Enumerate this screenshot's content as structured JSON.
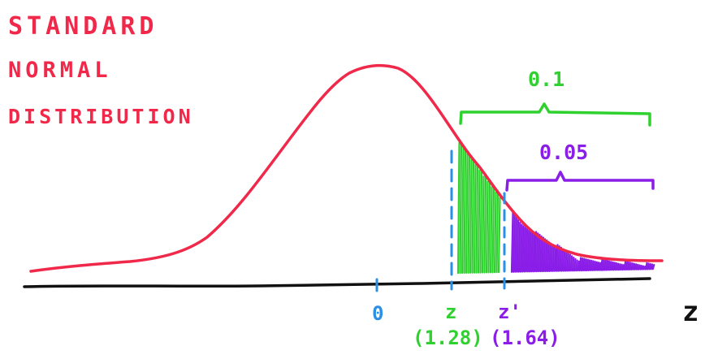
{
  "title": {
    "line1": "STANDARD",
    "line2": "NORMAL",
    "line3": "DISTRIBUTION"
  },
  "axis": {
    "variable": "z",
    "zero_label": "0"
  },
  "markers": {
    "z": {
      "label": "z",
      "value_label": "(1.28)",
      "value": 1.28
    },
    "z_prime": {
      "label": "z'",
      "value_label": "(1.64)",
      "value": 1.64
    }
  },
  "areas": {
    "green": {
      "label": "0.1",
      "value": 0.1
    },
    "purple": {
      "label": "0.05",
      "value": 0.05
    }
  },
  "colors": {
    "curve": "#f0284a",
    "title": "#f0284a",
    "axis": "#111111",
    "marker": "#2a8fe6",
    "green": "#2fd12f",
    "purple": "#8a1ee8"
  }
}
